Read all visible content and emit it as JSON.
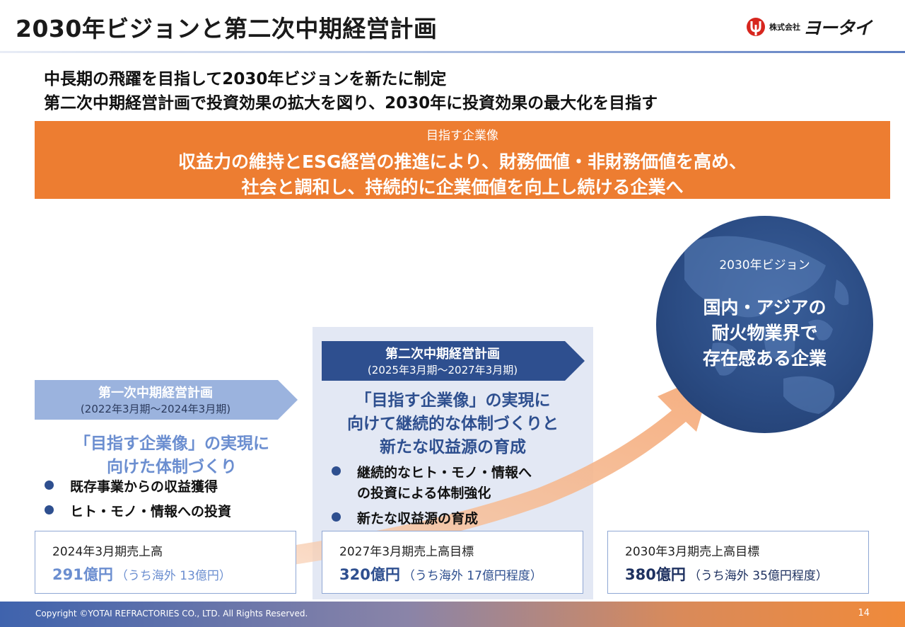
{
  "header": {
    "title": "2030年ビジョンと第二次中期経営計画",
    "logo_small": "株式会社",
    "logo_big": "ヨータイ"
  },
  "headline": {
    "line1": "中長期の飛躍を目指して2030年ビジョンを新たに制定",
    "line2": "第二次中期経営計画で投資効果の拡大を図り、2030年に投資効果の最大化を目指す"
  },
  "vision": {
    "label": "目指す企業像",
    "line1": "収益力の維持とESG経営の推進により、財務価値・非財務価値を高め、",
    "line2": "社会と調和し、持続的に企業価値を向上し続ける企業へ"
  },
  "globe": {
    "label": "2030年ビジョン",
    "line1": "国内・アジアの",
    "line2": "耐火物業界で",
    "line3": "存在感ある企業"
  },
  "plan1": {
    "title": "第一次中期経営計画",
    "period": "(2022年3月期～2024年3月期)",
    "goal_line1": "「目指す企業像」の実現に",
    "goal_line2": "向けた体制づくり",
    "bullets": [
      "既存事業からの収益獲得",
      "ヒト・モノ・情報への投資"
    ]
  },
  "plan2": {
    "title": "第二次中期経営計画",
    "period": "(2025年3月期～2027年3月期)",
    "goal_line1": "「目指す企業像」の実現に",
    "goal_line2": "向けて継続的な体制づくりと",
    "goal_line3": "新たな収益源の育成",
    "bullet1_line1": "継続的なヒト・モノ・情報へ",
    "bullet1_line2": "の投資による体制強化",
    "bullet2": "新たな収益源の育成"
  },
  "sales": [
    {
      "label": "2024年3月期売上高",
      "amount": "291億円",
      "note": "（うち海外  13億円）"
    },
    {
      "label": "2027年3月期売上高目標",
      "amount": "320億円",
      "note": "（うち海外  17億円程度）"
    },
    {
      "label": "2030年3月期売上高目標",
      "amount": "380億円",
      "note": "（うち海外  35億円程度）"
    }
  ],
  "footer": {
    "copyright": "Copyright ©YOTAI REFRACTORIES CO., LTD. All Rights Reserved.",
    "page": "14"
  },
  "colors": {
    "orange": "#ed7d31",
    "navy": "#2e4f8f",
    "light_blue": "#9bb3de",
    "arrow": "#f4b183"
  }
}
